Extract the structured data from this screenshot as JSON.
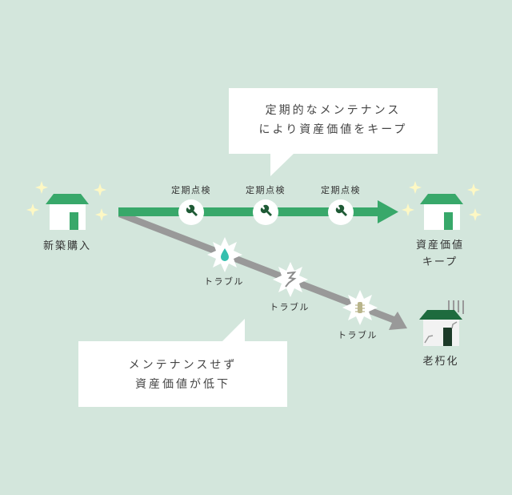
{
  "colors": {
    "background": "#d3e6dc",
    "green": "#38a86a",
    "dark_green": "#1e6b3e",
    "gray_arrow": "#999999",
    "sparkle": "#fdf8c4",
    "water": "#35bfae",
    "termite": "#b9b48a"
  },
  "bubbles": {
    "top": {
      "line1": "定期的なメンテナンス",
      "line2": "により資産価値をキープ"
    },
    "bottom": {
      "line1": "メンテナンスせず",
      "line2": "資産価値が低下"
    }
  },
  "start": {
    "label": "新築購入",
    "icon": "house-icon"
  },
  "good_end": {
    "line1": "資産価値",
    "line2": "キープ",
    "icon": "house-icon"
  },
  "bad_end": {
    "label": "老朽化",
    "icon": "decayed-house-icon"
  },
  "inspections": [
    {
      "label": "定期点検",
      "icon": "wrench-icon"
    },
    {
      "label": "定期点検",
      "icon": "wrench-icon"
    },
    {
      "label": "定期点検",
      "icon": "wrench-icon"
    }
  ],
  "troubles": [
    {
      "label": "トラブル",
      "icon": "water-leak-icon"
    },
    {
      "label": "トラブル",
      "icon": "crack-icon"
    },
    {
      "label": "トラブル",
      "icon": "termite-icon"
    }
  ]
}
